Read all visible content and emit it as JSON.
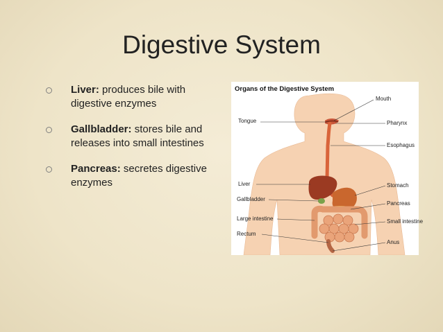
{
  "slide": {
    "title": "Digestive System"
  },
  "bullets": [
    {
      "term": "Liver:",
      "text": " produces bile with digestive enzymes"
    },
    {
      "term": "Gallbladder:",
      "text": " stores bile and releases into small intestines"
    },
    {
      "term": "Pancreas:",
      "text": " secretes digestive enzymes"
    }
  ],
  "figure": {
    "title": "Organs of the Digestive System",
    "labels": {
      "mouth": "Mouth",
      "tongue": "Tongue",
      "pharynx": "Pharynx",
      "esophagus": "Esophagus",
      "liver": "Liver",
      "stomach": "Stomach",
      "gallbladder": "Gallbladder",
      "pancreas": "Pancreas",
      "large_intestine": "Large intestine",
      "small_intestine": "Small intestine",
      "rectum": "Rectum",
      "anus": "Anus"
    }
  },
  "colors": {
    "background": "#efe6cc",
    "body_silhouette": "#f6d2b2",
    "esophagus": "#d9643a",
    "stomach": "#c9672e",
    "liver": "#9b3a22",
    "intestines": "#e29a6e"
  }
}
